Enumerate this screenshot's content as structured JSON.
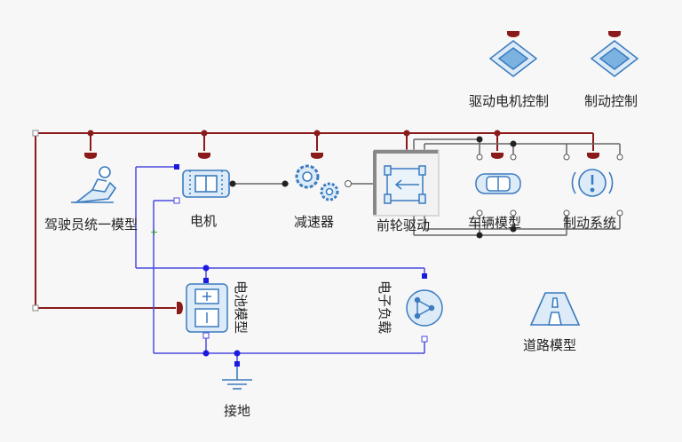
{
  "components": {
    "driver": "驾驶员统一模型",
    "motor": "电机",
    "reducer": "减速器",
    "front_drive": "前轮驱动",
    "vehicle": "车辆模型",
    "brake_system": "制动系统",
    "battery": "电池模型",
    "e_load": "电子负载",
    "ground": "接地",
    "road": "道路模型",
    "motor_control": "驱动电机控制",
    "brake_control": "制动控制"
  },
  "colors": {
    "bus": "#8b1a1a",
    "electric": "#3a3ad6",
    "mechanical": "#555555",
    "icon": "#3b7bbf",
    "icon_fill": "#dcebf7"
  }
}
